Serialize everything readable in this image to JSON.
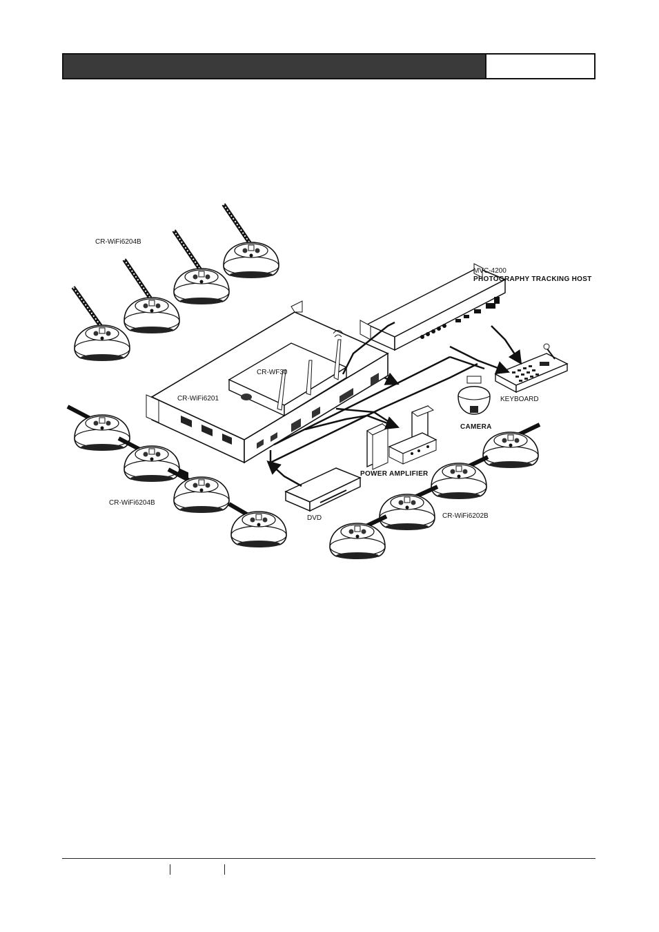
{
  "labels": {
    "units_top_left": "CR-WiFi6204B",
    "units_bottom_left": "CR-WiFi6204B",
    "units_bottom_right": "CR-WiFi6202B",
    "main_host": "CR-WiFi6201",
    "wireless_module": "CR-WF30",
    "tracking_model": "MVC-4200",
    "tracking_host": "PHOTOGRAPHY TRACKING HOST",
    "keyboard": "KEYBOARD",
    "camera": "CAMERA",
    "power_amplifier": "POWER AMPLIFIER",
    "dvd": "DVD"
  }
}
